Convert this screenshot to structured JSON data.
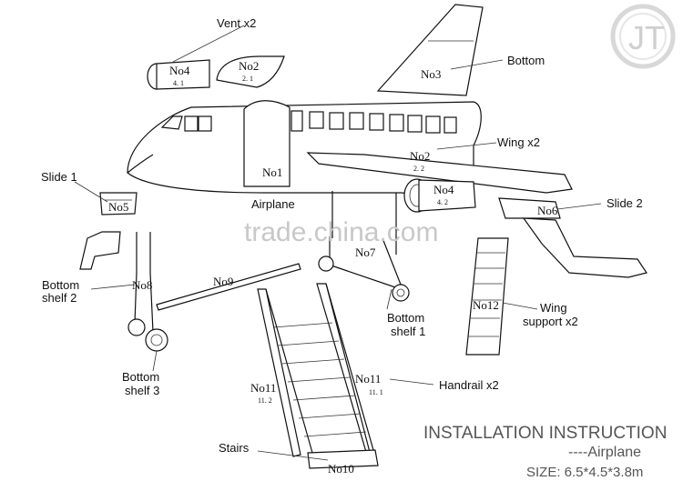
{
  "labels": {
    "vent": "Vent x2",
    "bottom": "Bottom",
    "wing": "Wing x2",
    "slide1": "Slide 1",
    "slide2": "Slide 2",
    "airplane": "Airplane",
    "bottom_shelf_2_a": "Bottom",
    "bottom_shelf_2_b": "shelf 2",
    "bottom_shelf_1_a": "Bottom",
    "bottom_shelf_1_b": "shelf 1",
    "bottom_shelf_3_a": "Bottom",
    "bottom_shelf_3_b": "shelf 3",
    "wing_support_a": "Wing",
    "wing_support_b": "support x2",
    "handrail": "Handrail x2",
    "stairs": "Stairs"
  },
  "parts": {
    "no1": "No1",
    "no2_top": "No2",
    "no2_top_sub": "2. 1",
    "no2_wing": "No2",
    "no2_wing_sub": "2. 2",
    "no3": "No3",
    "no4_top": "No4",
    "no4_top_sub": "4. 1",
    "no4_wing": "No4",
    "no4_wing_sub": "4. 2",
    "no5": "No5",
    "no6": "No6",
    "no7": "No7",
    "no8": "No8",
    "no9": "No9",
    "no10": "No10",
    "no11_left": "No11",
    "no11_left_sub": "11. 2",
    "no11_right": "No11",
    "no11_right_sub": "11. 1",
    "no12": "No12"
  },
  "watermark": "trade.china.com",
  "logo_text": "JT",
  "footer": {
    "title": "INSTALLATION INSTRUCTION",
    "subtitle": "----Airplane",
    "size": "SIZE: 6.5*4.5*3.8m"
  }
}
